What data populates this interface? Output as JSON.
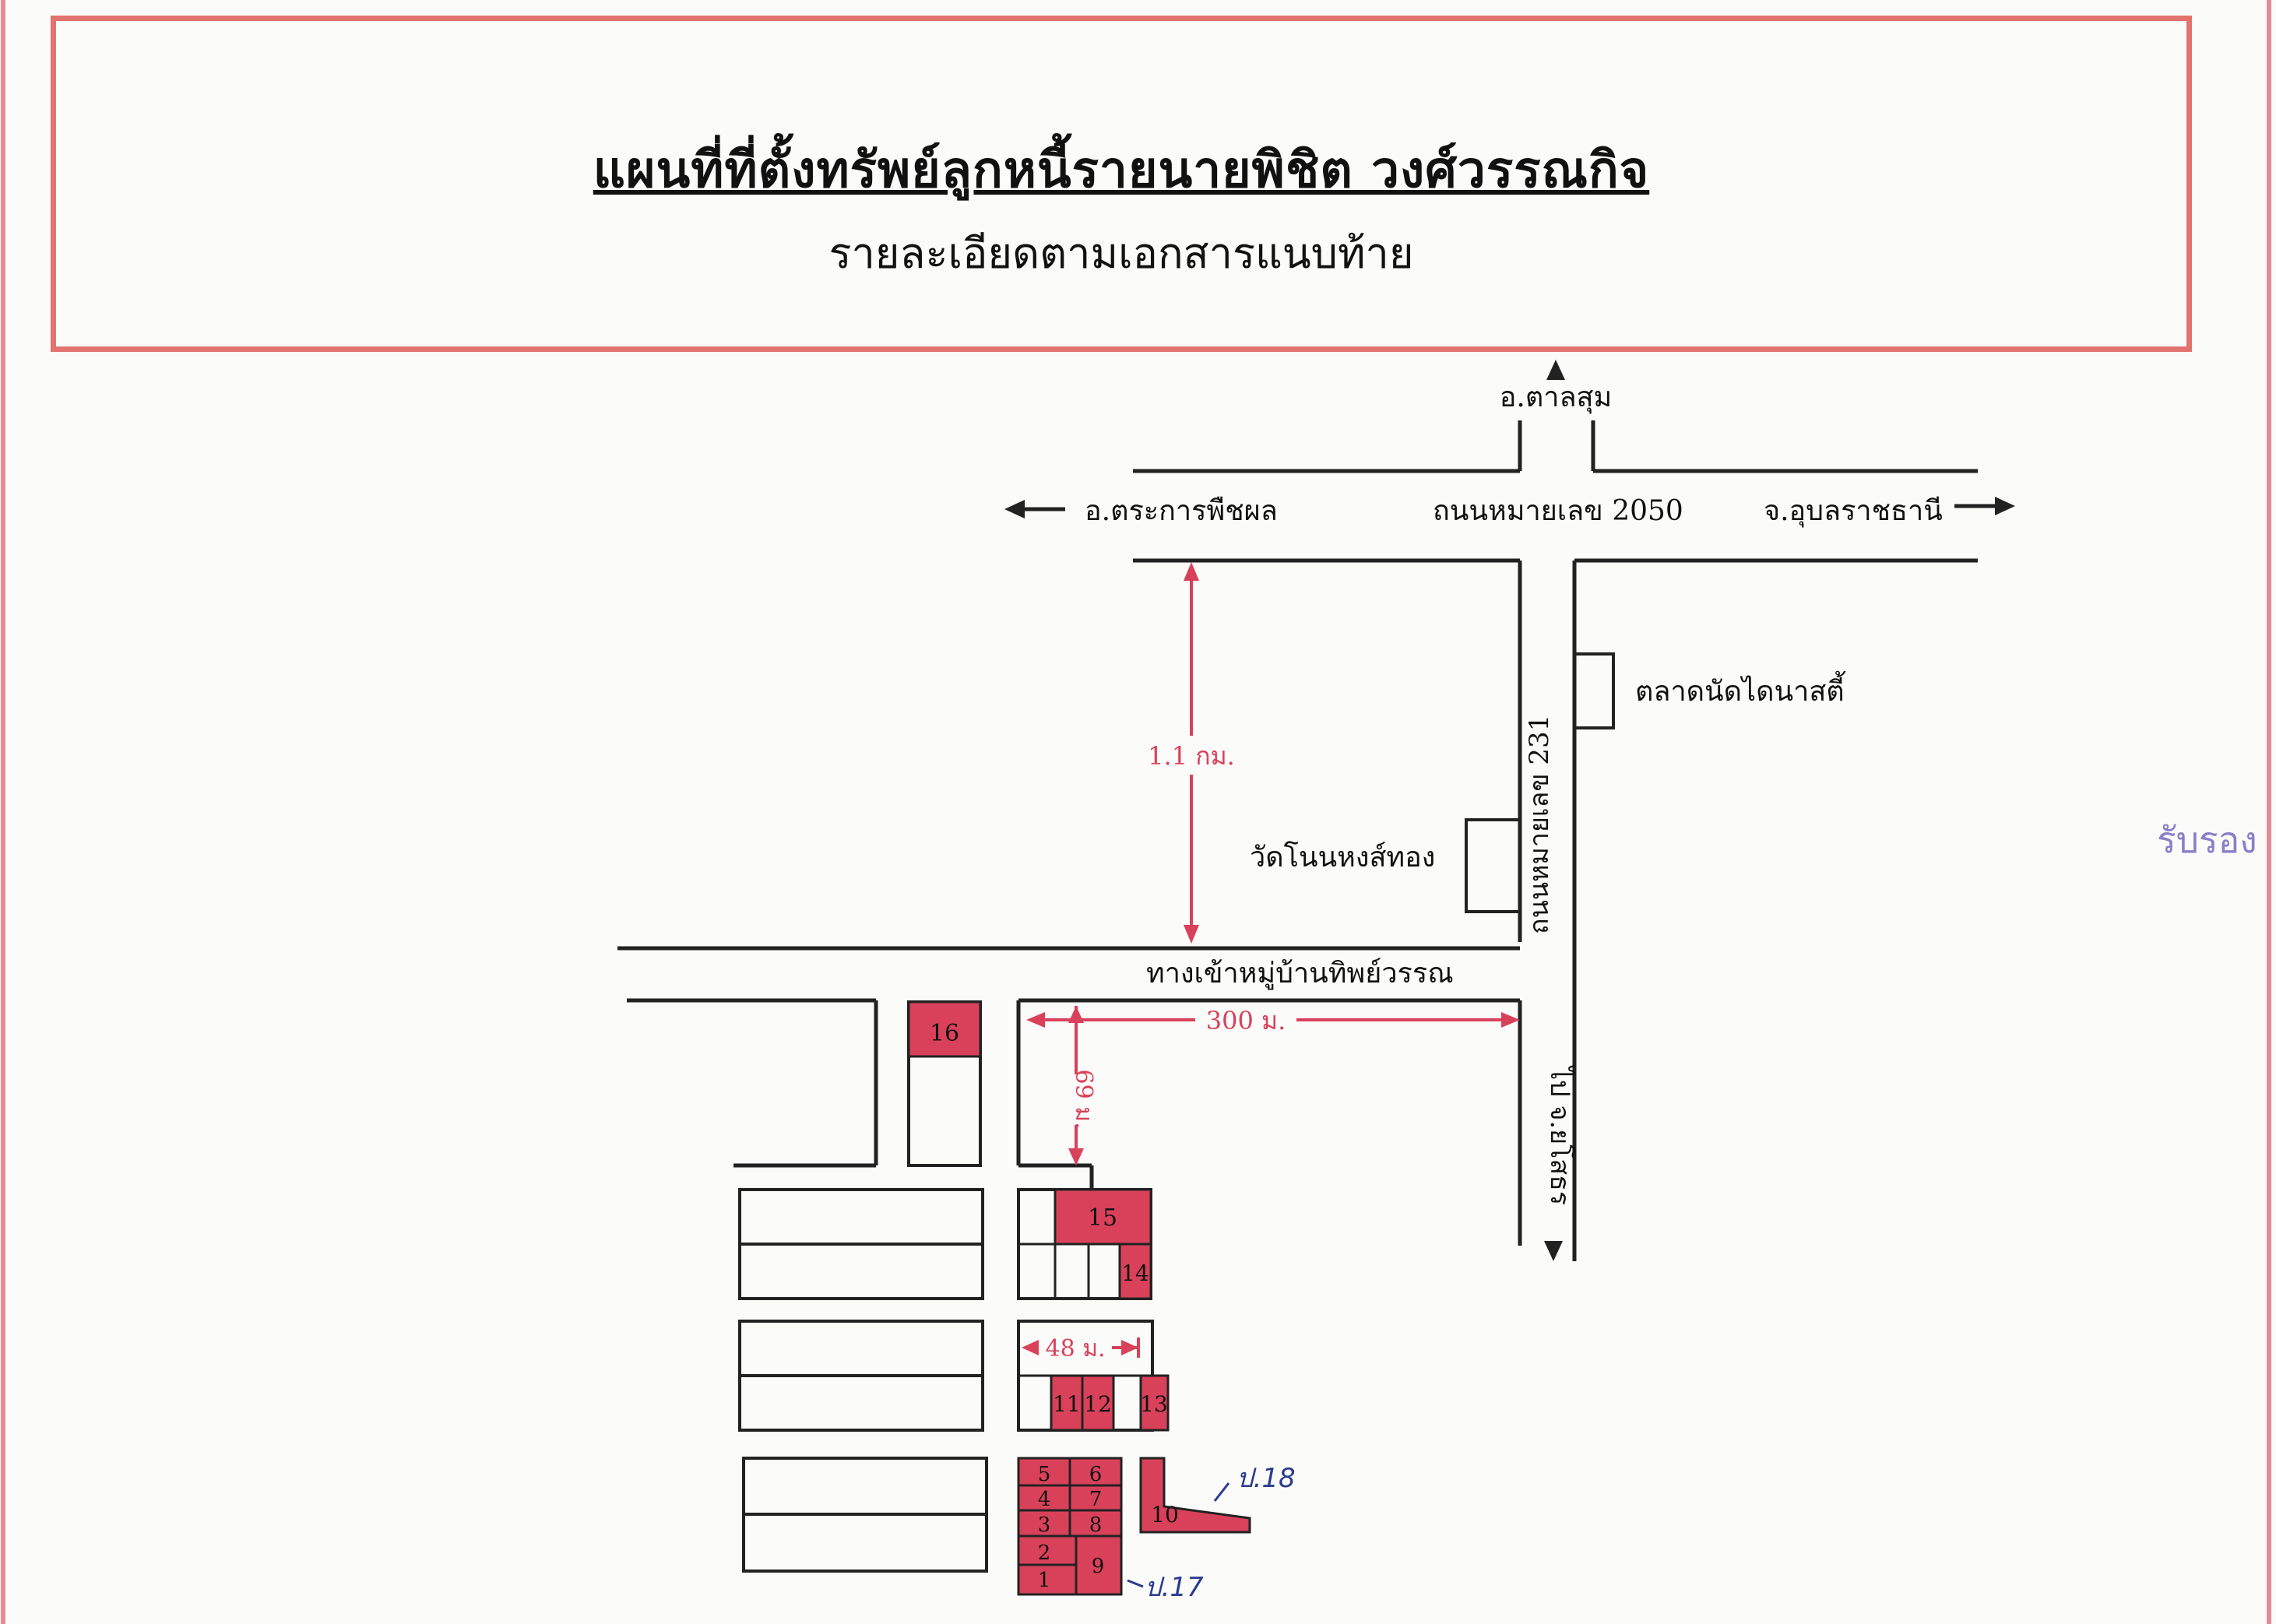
{
  "header": {
    "title": "แผนที่ที่ตั้งทรัพย์ลูกหนี้รายนายพิชิต  วงศ์วรรณกิจ",
    "subtitle": "รายละเอียดตามเอกสารแนบท้าย"
  },
  "map": {
    "north_label": "อ.ตาลสุม",
    "west_label": "อ.ตระการพืชผล",
    "highway_label": "ถนนหมายเลข 2050",
    "east_label": "จ.อุบลราชธานี",
    "market_label": "ตลาดนัดไดนาสตี้",
    "temple_label": "วัดโนนหงส์ทอง",
    "road231_label": "ถนนหมายเลข 231",
    "south_label": "ไป จ.ยโสธร",
    "village_road_label": "ทางเข้าหมู่บ้านทิพย์วรรณ",
    "dist_1": "1.1 กม.",
    "dist_2": "300 ม.",
    "dist_3": "69 ม.",
    "dist_4": "48 ม.",
    "plots": [
      "1",
      "2",
      "3",
      "4",
      "5",
      "6",
      "7",
      "8",
      "9",
      "10",
      "11",
      "12",
      "13",
      "14",
      "15",
      "16"
    ],
    "handwritten_18": "ป.18",
    "handwritten_17": "ป.17",
    "stamp_text": "รับรอง",
    "colors": {
      "plot_fill": "#d9415a",
      "border": "#e2736e",
      "ink": "#222222"
    }
  }
}
